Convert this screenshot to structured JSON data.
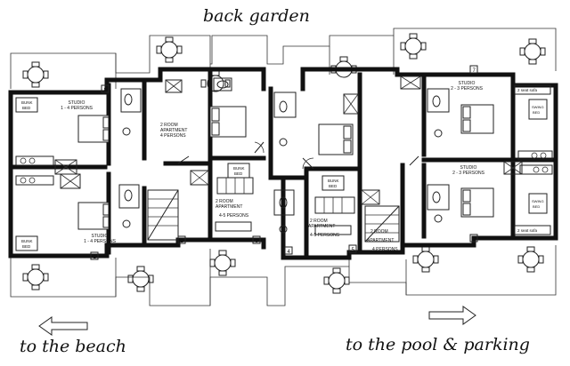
{
  "headings": {
    "top": "back garden",
    "bottom_left": "to the beach",
    "bottom_right": "to the pool & parking"
  },
  "rooms": [
    {
      "id": "studio-a",
      "line1": "STUDIO",
      "line2": "1 - 4 PERSONS"
    },
    {
      "id": "studio-b",
      "line1": "STUDIO",
      "line2": "1 - 4 PERSONS"
    },
    {
      "id": "apt-a",
      "line1": "2 ROOM",
      "line2": "APARTMENT",
      "line3": "4 PERSONS"
    },
    {
      "id": "apt-b",
      "line1": "2 ROOM",
      "line2": "APARTMENT",
      "line3": "4-5 PERSONS"
    },
    {
      "id": "apt-c",
      "line1": "2 ROOM",
      "line2": "APARTMENT",
      "line3": "4-5 PERSONS"
    },
    {
      "id": "apt-d",
      "line1": "2 ROOM",
      "line2": "APARTMENT",
      "line3": "4 PERSONS"
    },
    {
      "id": "studio-c",
      "line1": "STUDIO",
      "line2": "2 - 3 PERSONS"
    },
    {
      "id": "studio-d",
      "line1": "STUDIO",
      "line2": "2 - 3 PERSONS"
    }
  ],
  "bunk_label": {
    "line1": "BUNK",
    "line2": "BED"
  },
  "sofa_label": "2 seat sofa",
  "swing_label": {
    "line1": "SWING",
    "line2": "BED"
  },
  "numbers": [
    "1",
    "2",
    "3",
    "4",
    "5",
    "6",
    "7",
    "8"
  ]
}
